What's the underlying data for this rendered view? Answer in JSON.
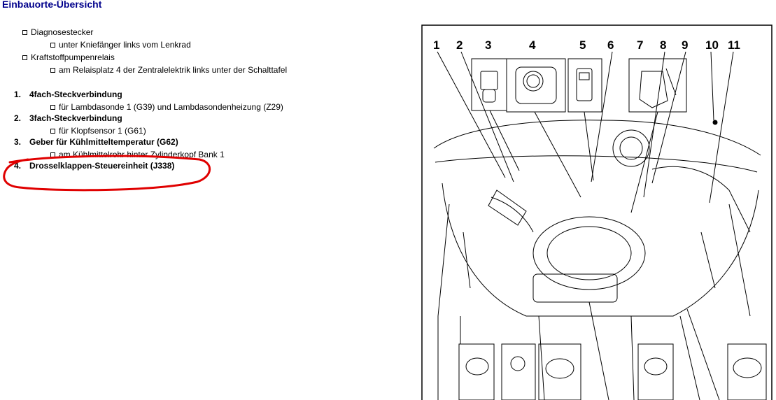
{
  "title": "Einbauorte-Übersicht",
  "intro_items": [
    {
      "label": "Diagnosestecker",
      "sub": "unter Kniefänger links vom Lenkrad"
    },
    {
      "label": "Kraftstoffpumpenrelais",
      "sub": "am Relaisplatz 4 der Zentralelektrik links unter der Schalttafel"
    }
  ],
  "numbered_items": [
    {
      "num": "1.",
      "label": "4fach-Steckverbindung",
      "sub": "für Lambdasonde 1 (G39) und Lambdasondenheizung (Z29)"
    },
    {
      "num": "2.",
      "label": "3fach-Steckverbindung",
      "sub": "für Klopfsensor 1 (G61)"
    },
    {
      "num": "3.",
      "label": "Geber für Kühlmitteltemperatur (G62)",
      "sub": "am Kühlmittelrohr hinter Zylinderkopf Bank 1"
    },
    {
      "num": "4.",
      "label": "Drosselklappen-Steuereinheit (J338)",
      "sub": ""
    }
  ],
  "figure": {
    "callouts": [
      "1",
      "2",
      "3",
      "4",
      "5",
      "6",
      "7",
      "8",
      "9",
      "10",
      "11"
    ],
    "annotation": "red-circle-around-item-4",
    "colors": {
      "annotation": "#e00000",
      "line": "#000000"
    }
  }
}
